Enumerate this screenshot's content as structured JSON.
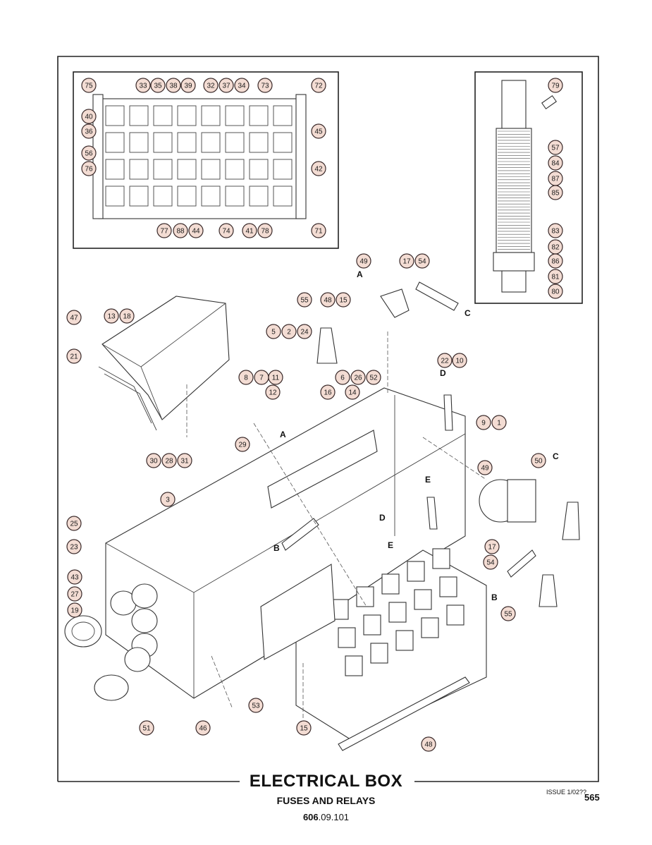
{
  "title": {
    "main": "ELECTRICAL BOX",
    "sub": "FUSES AND RELAYS",
    "code_bold": "606",
    "code_rest": ".09.101",
    "issue": "ISSUE 1/02??",
    "page": "565"
  },
  "direction_letters": [
    "A",
    "B",
    "C",
    "D",
    "E"
  ],
  "fuse_panel_callouts": [
    "75",
    "33",
    "35",
    "38",
    "39",
    "32",
    "37",
    "34",
    "73",
    "72",
    "40",
    "36",
    "45",
    "56",
    "76",
    "42",
    "77",
    "88",
    "44",
    "74",
    "41",
    "78",
    "71"
  ],
  "terminal_rail_callouts": [
    "79",
    "57",
    "84",
    "87",
    "85",
    "83",
    "82",
    "86",
    "81",
    "80"
  ],
  "main_callouts": [
    "49",
    "17",
    "54",
    "55",
    "48",
    "15",
    "5",
    "2",
    "24",
    "47",
    "13",
    "18",
    "21",
    "8",
    "7",
    "11",
    "12",
    "16",
    "6",
    "26",
    "52",
    "14",
    "22",
    "10",
    "9",
    "1",
    "29",
    "30",
    "28",
    "31",
    "3",
    "25",
    "23",
    "43",
    "27",
    "19",
    "51",
    "53",
    "46",
    "50"
  ],
  "colors": {
    "callout_fill": "#f3dcd3",
    "line": "#333333"
  }
}
